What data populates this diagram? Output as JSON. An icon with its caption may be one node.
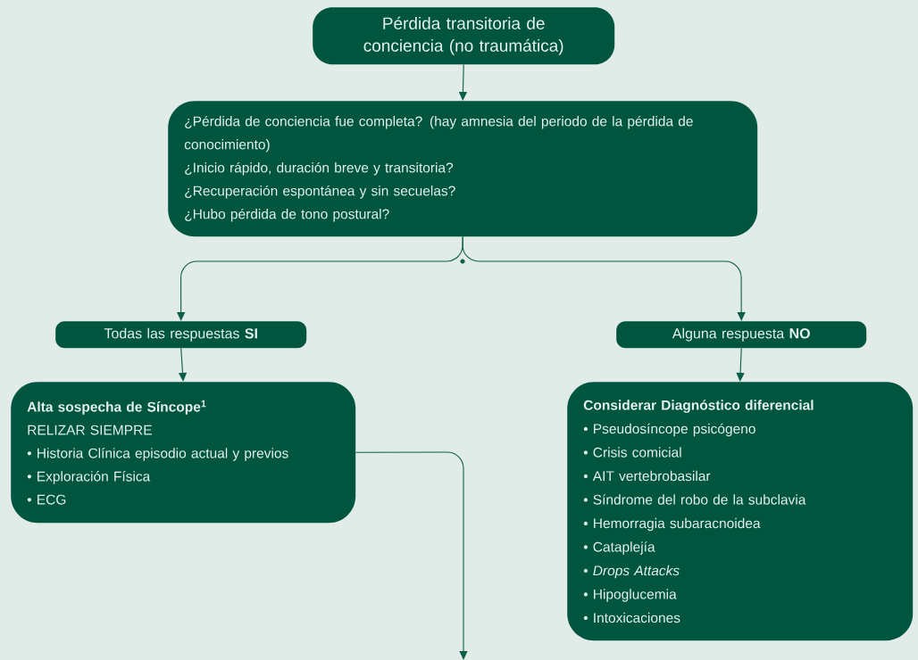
{
  "diagram": {
    "nodes": [
      {
        "text": [
          "Pérdida transitoria de conciencia (no traumática)"
        ]
      },
      {
        "text": [
          "¿Pérdida de conciencia fue completa? (hay amnesia del periodo de la pérdida de conocimiento)",
          "¿Inicio rápido, duración breve y transitoria?",
          "¿Recuperación espontánea y sin secuelas?",
          "¿Hubo pérdida de tono postural?"
        ]
      },
      {
        "text": [
          "Todas las respuestas **SI**"
        ]
      },
      {
        "text": [
          "Alguna respuesta **NO**"
        ]
      },
      {
        "text": [
          "Alta sospecha de Síncope$^{1}$",
          "RELIZAR SIEMPRE",
          "• Historia Clínica episodio actual y previos",
          "• Exploración Física",
          "• ECG"
        ]
      },
      {
        "text": [
          "Considerar Diagnóstico diferencial",
          "• Pseudosíncope psicógeno",
          "• Crisis comicial",
          "• AIT vertebrobasilar",
          "• Síndrome del robo de la subclavia",
          "• Hemorragia subaracnoidea",
          "• Cataplejía",
          "• *Drops Attacks*",
          "• Hipoglucemia",
          "• Intoxicaciones"
        ]
      }
    ],
    "edges": [
      {
        "from": 0,
        "to": 1,
        "arrow": "to"
      },
      {
        "from": 1,
        "to": 2,
        "arrow": "to"
      },
      {
        "from": 1,
        "to": 3,
        "arrow": "to"
      },
      {
        "from": 2,
        "to": 4,
        "arrow": "to"
      },
      {
        "from": 3,
        "to": 5,
        "arrow": "to"
      },
      {
        "from": 4,
        "to": null,
        "arrow": "to"
      }
    ]
  }
}
